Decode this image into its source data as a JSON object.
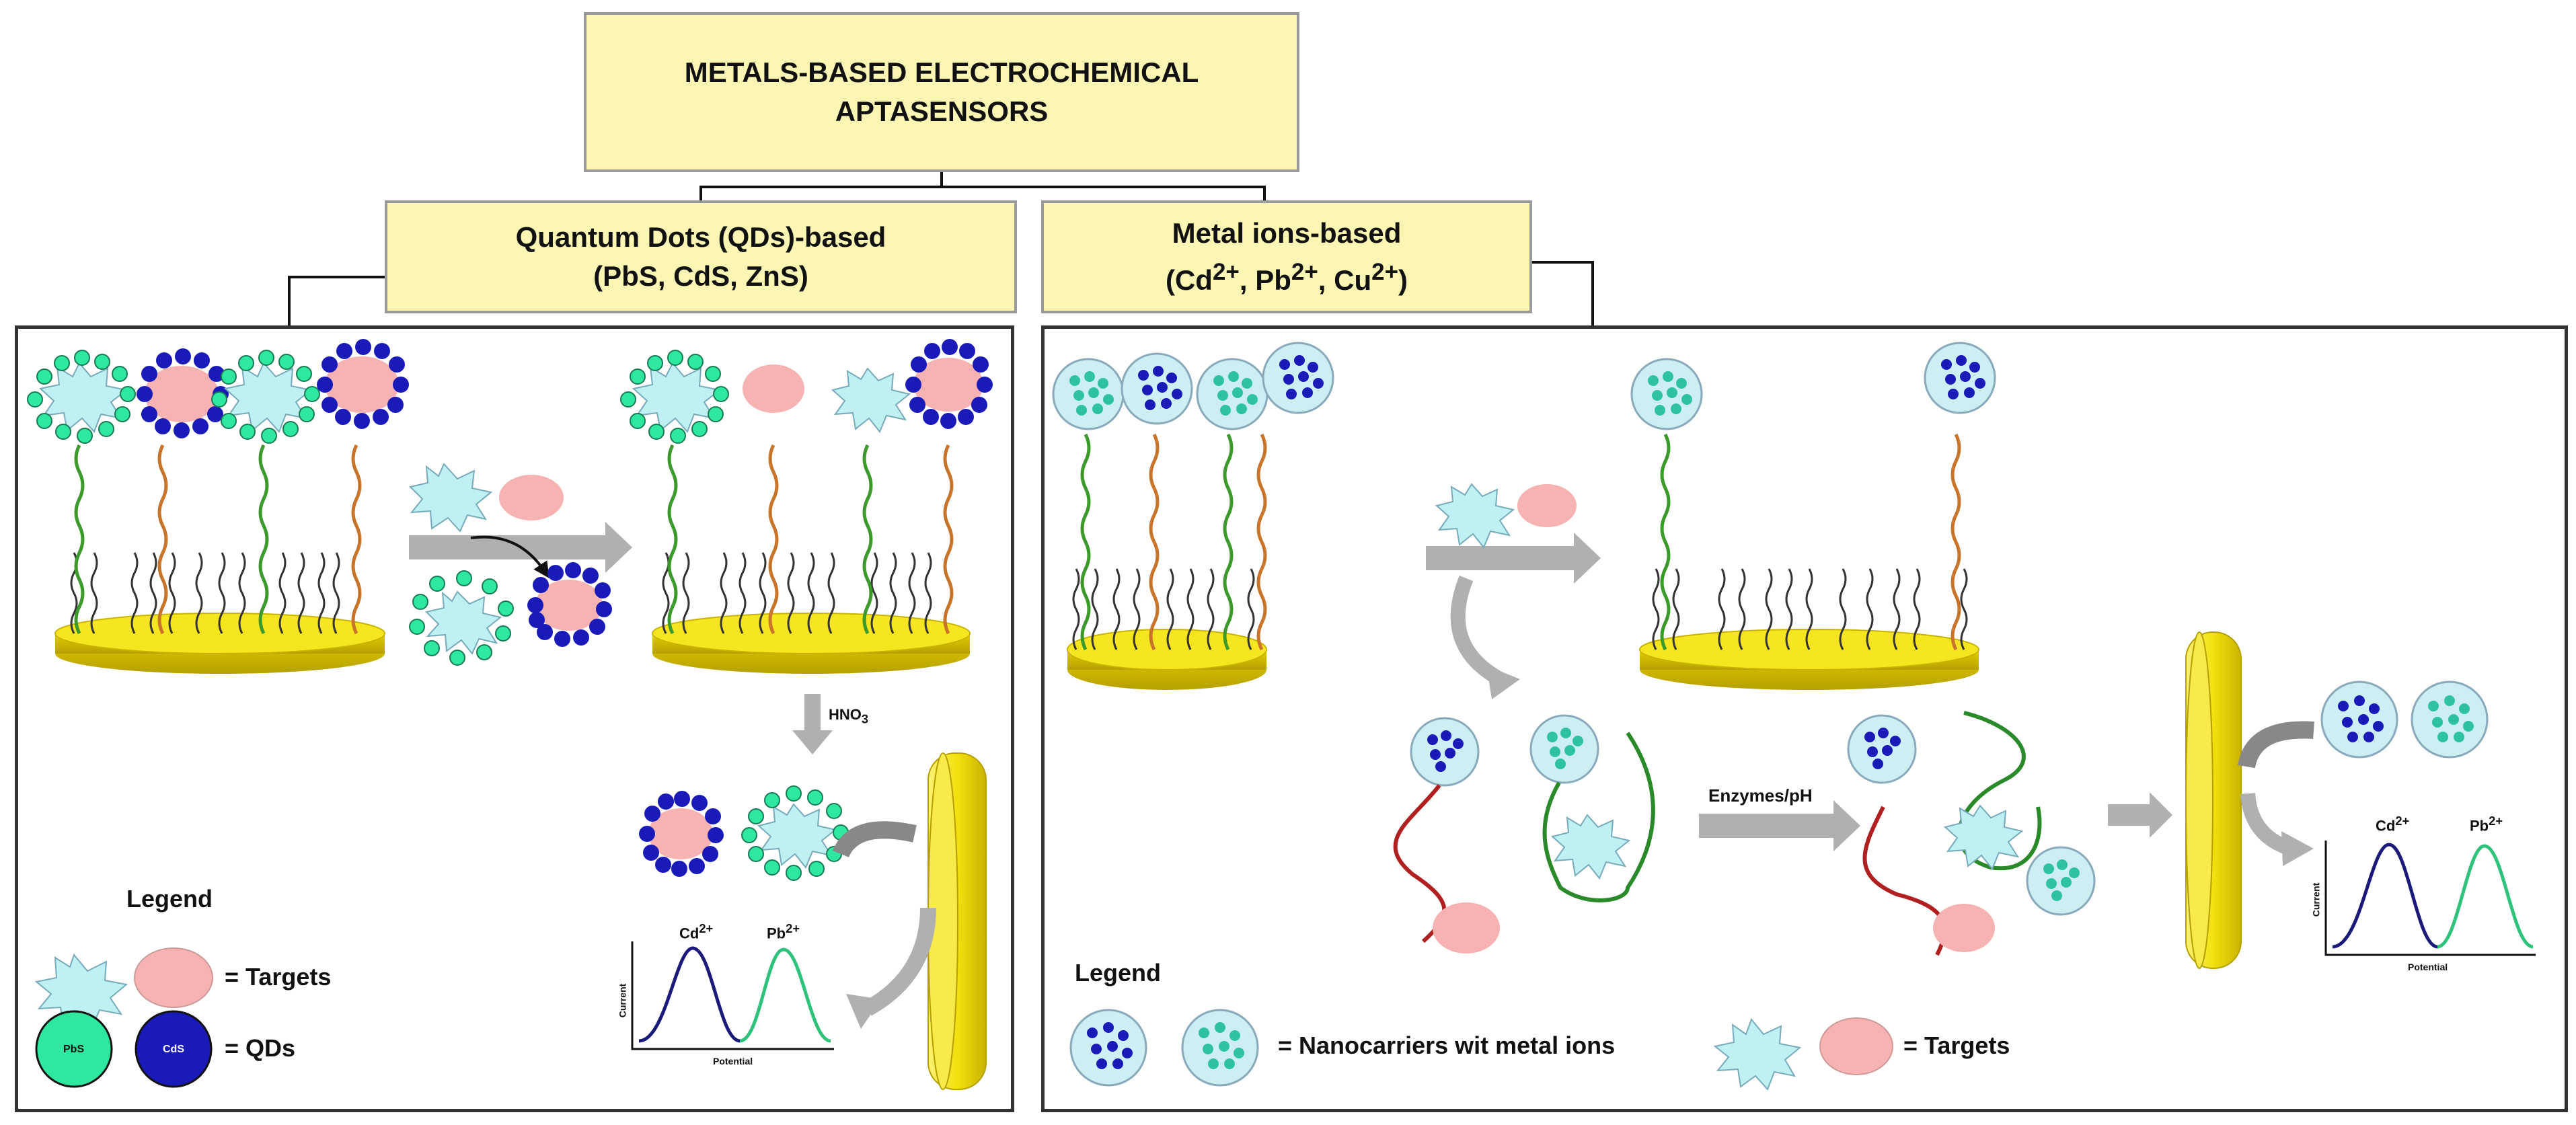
{
  "title": {
    "line1": "METALS-BASED ELECTROCHEMICAL",
    "line2": "APTASENSORS"
  },
  "branches": {
    "quantum_dots": {
      "line1": "Quantum Dots (QDs)-based",
      "line2": "(PbS, CdS, ZnS)"
    },
    "metal_ions": {
      "line1": "Metal ions-based",
      "line2_prefix": "(Cd",
      "cd_charge": "2+",
      "sep1": ", Pb",
      "pb_charge": "2+",
      "sep2": ", Cu",
      "cu_charge": "2+",
      "close": ")"
    }
  },
  "left_panel": {
    "step_reagent": "HNO",
    "step_reagent_sub": "3",
    "legend": {
      "title": "Legend",
      "targets_label": "= Targets",
      "qds_label": "= QDs",
      "pbs_tag": "PbS",
      "cds_tag": "CdS"
    },
    "plot": {
      "peak1": "Cd",
      "peak1_charge": "2+",
      "peak2": "Pb",
      "peak2_charge": "2+",
      "xlabel": "Potential",
      "ylabel": "Current"
    }
  },
  "right_panel": {
    "step_reagent": "Enzymes/pH",
    "legend": {
      "title": "Legend",
      "nanocarriers_label": "= Nanocarriers wit metal ions",
      "targets_label": "= Targets"
    },
    "plot": {
      "peak1": "Cd",
      "peak1_charge": "2+",
      "peak2": "Pb",
      "peak2_charge": "2+",
      "xlabel": "Potential",
      "ylabel": "Current"
    }
  },
  "colors": {
    "header_fill": "#fbf6b4",
    "electrode": "#f2e10c",
    "pbs_qd": "#2ee8a0",
    "cds_qd": "#1a1ab8",
    "target_star": "#bff0f2",
    "target_cloud": "#f7b3b3",
    "nanocarrier_fill": "#cdeef2",
    "arrow": "#b0b0b0"
  }
}
